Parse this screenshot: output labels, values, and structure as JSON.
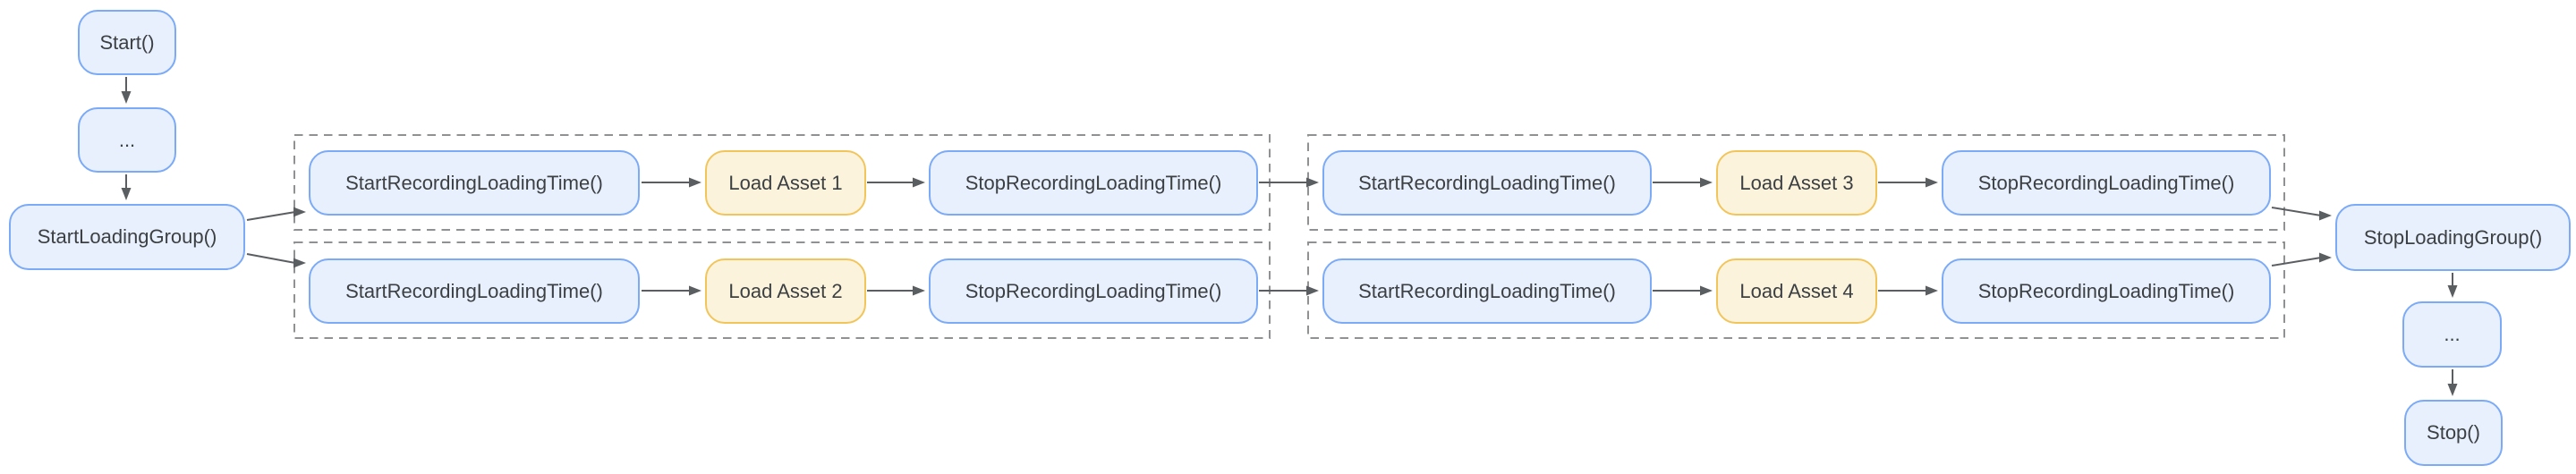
{
  "diagram": {
    "entry": {
      "start": "Start()",
      "ellipsis": "...",
      "start_loading_group": "StartLoadingGroup()"
    },
    "loading_groups": [
      {
        "rows": [
          {
            "start_recording": "StartRecordingLoadingTime()",
            "load_asset": "Load Asset 1",
            "stop_recording": "StopRecordingLoadingTime()"
          },
          {
            "start_recording": "StartRecordingLoadingTime()",
            "load_asset": "Load Asset 2",
            "stop_recording": "StopRecordingLoadingTime()"
          }
        ]
      },
      {
        "rows": [
          {
            "start_recording": "StartRecordingLoadingTime()",
            "load_asset": "Load Asset 3",
            "stop_recording": "StopRecordingLoadingTime()"
          },
          {
            "start_recording": "StartRecordingLoadingTime()",
            "load_asset": "Load Asset 4",
            "stop_recording": "StopRecordingLoadingTime()"
          }
        ]
      }
    ],
    "exit": {
      "stop_loading_group": "StopLoadingGroup()",
      "ellipsis": "...",
      "stop": "Stop()"
    },
    "colors": {
      "call_node_fill": "#e8f0fe",
      "call_node_border": "#7baaf7",
      "asset_node_fill": "#fcf3dc",
      "asset_node_border": "#f2c55a",
      "text": "#3c4043",
      "arrow": "#5b5e61",
      "group_outline": "#8f9193"
    }
  }
}
